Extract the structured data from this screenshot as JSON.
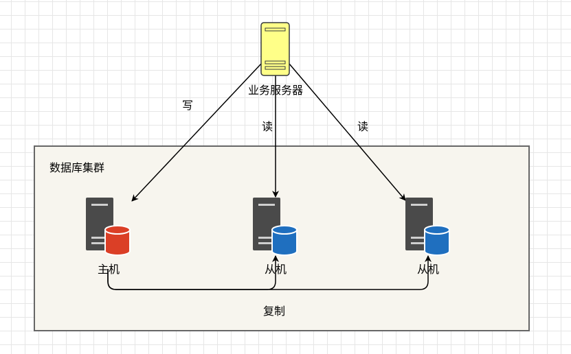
{
  "diagram": {
    "server": {
      "label": "业务服务器",
      "icon": "server-icon",
      "color": "#FFFF88"
    },
    "cluster": {
      "title": "数据库集群",
      "bg": "#F7F5EE",
      "border": "#666666"
    },
    "nodes": [
      {
        "role": "master",
        "label": "主机",
        "icon": "database-server-icon",
        "db_color": "#DB3F26"
      },
      {
        "role": "slave1",
        "label": "从机",
        "icon": "database-server-icon",
        "db_color": "#1F6FBF"
      },
      {
        "role": "slave2",
        "label": "从机",
        "icon": "database-server-icon",
        "db_color": "#1F6FBF"
      }
    ],
    "edges": {
      "write": "写",
      "read1": "读",
      "read2": "读",
      "replicate": "复制"
    }
  }
}
